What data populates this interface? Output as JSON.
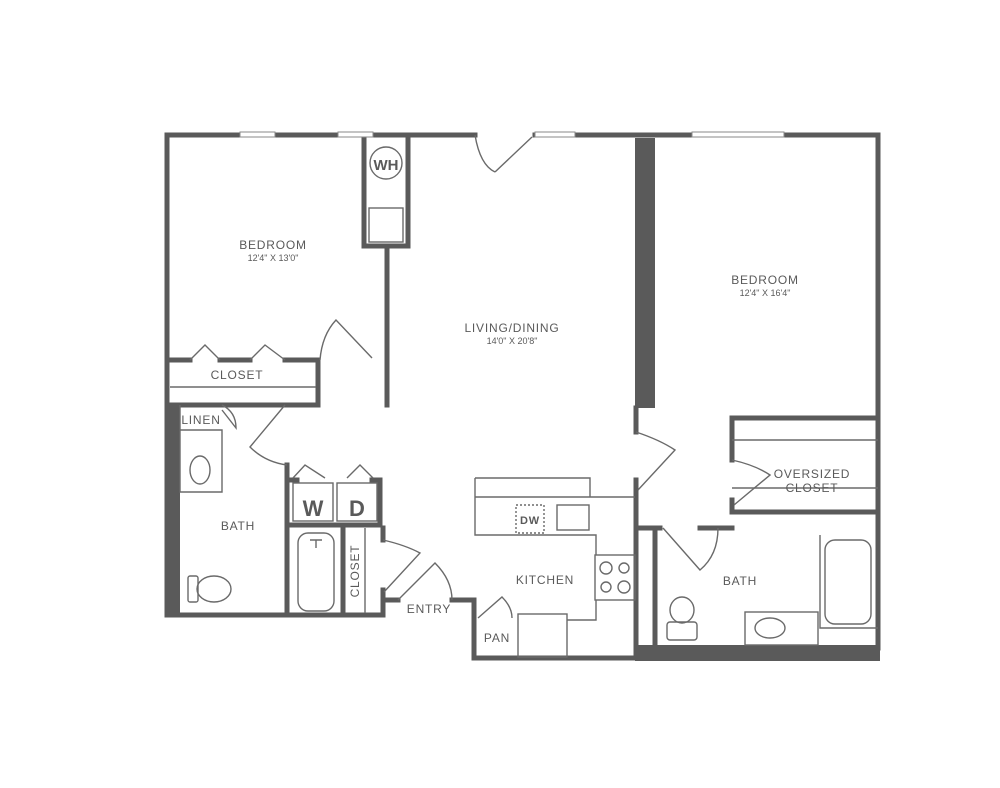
{
  "rooms": {
    "bedroom1": {
      "name": "BEDROOM",
      "dims": "12'4\" X 13'0\""
    },
    "living": {
      "name": "LIVING/DINING",
      "dims": "14'0\" X 20'8\""
    },
    "bedroom2": {
      "name": "BEDROOM",
      "dims": "12'4\" X 16'4\""
    },
    "closet1": "CLOSET",
    "linen": "LINEN",
    "bath1": "BATH",
    "closet2": "CLOSET",
    "entry": "ENTRY",
    "kitchen": "KITCHEN",
    "pantry": "PAN",
    "oversized_closet": [
      "OVERSIZED",
      "CLOSET"
    ],
    "bath2": "BATH"
  },
  "fixtures": {
    "water_heater": "WH",
    "washer": "W",
    "dryer": "D",
    "dishwasher": "DW"
  },
  "colors": {
    "wall": "#5a5a5a",
    "background": "#ffffff"
  }
}
